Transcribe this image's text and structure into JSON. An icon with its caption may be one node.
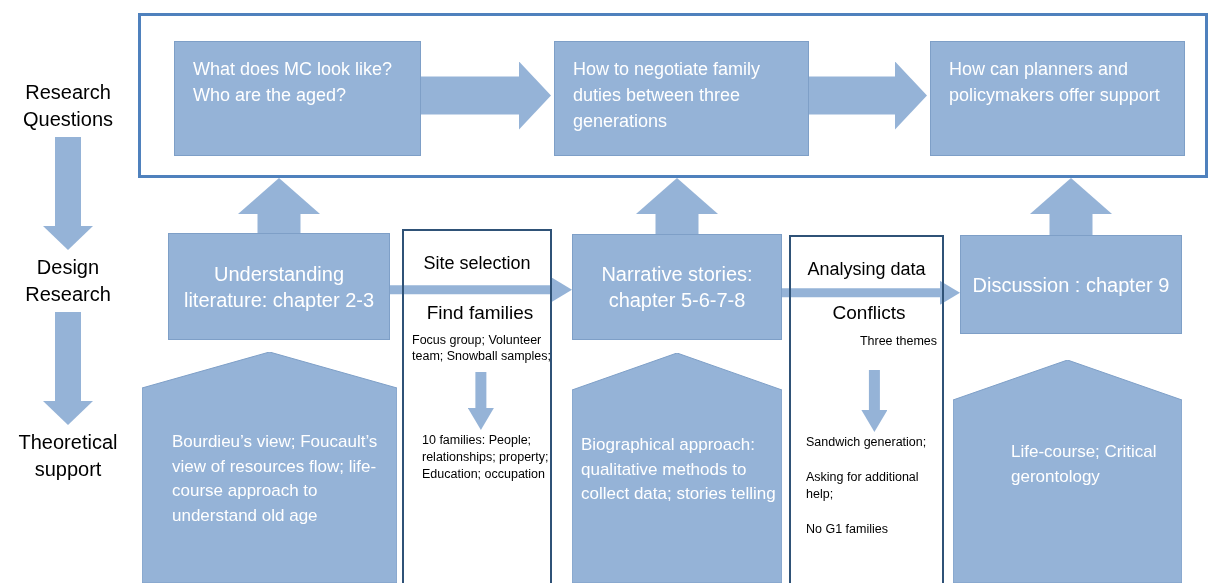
{
  "diagram": {
    "nodes": [
      {
        "text": [],
        "shape": "box"
      },
      {
        "text": [
          "What does MC look like? Who are the aged?"
        ],
        "in": 0
      },
      {
        "text": [
          "How to negotiate family duties between three generations"
        ],
        "in": 0
      },
      {
        "text": [
          "How can planners and policymakers offer support"
        ],
        "in": 0
      },
      {
        "text": [
          "Understanding literature: chapter 2-3"
        ]
      },
      {
        "text": [
          "Site selection"
        ]
      },
      {
        "text": [
          "Find families",
          "Focus group; Volunteer team; Snowball samples;"
        ],
        "in": 5
      },
      {
        "text": [
          "10 families: People; relationships; property; Education; occupation"
        ],
        "in": 5
      },
      {
        "text": [
          "Narrative stories: chapter 5-6-7-8"
        ]
      },
      {
        "text": [
          "Analysing data"
        ]
      },
      {
        "text": [
          "Conflicts",
          "Three themes"
        ],
        "in": 9
      },
      {
        "text": [
          "Sandwich generation;",
          "Asking for additional help;",
          "No G1 families"
        ],
        "in": 9
      },
      {
        "text": [
          "Discussion : chapter 9"
        ]
      },
      {
        "text": [
          "Bourdieu’s view; Foucault’s view of resources flow; life-course approach to understand old age"
        ]
      },
      {
        "text": [
          "Biographical approach: qualitative methods to collect data; stories telling"
        ]
      },
      {
        "text": [
          "Life-course; Critical gerontology"
        ]
      },
      {
        "text": [
          "Research Questions"
        ]
      },
      {
        "text": [
          "Design Research"
        ]
      },
      {
        "text": [
          "Theoretical support"
        ]
      }
    ],
    "edges": [
      {
        "from": 1,
        "to": 2,
        "arrow": "to"
      },
      {
        "from": 2,
        "to": 3,
        "arrow": "to"
      },
      {
        "from": 4,
        "to": 0,
        "arrow": "to"
      },
      {
        "from": 8,
        "to": 0,
        "arrow": "to"
      },
      {
        "from": 12,
        "to": 0,
        "arrow": "to"
      },
      {
        "from": 4,
        "to": 8,
        "arrow": "to"
      },
      {
        "from": 8,
        "to": 12,
        "arrow": "to"
      },
      {
        "from": 6,
        "to": 7,
        "arrow": "to"
      },
      {
        "from": 10,
        "to": 11,
        "arrow": "to"
      },
      {
        "from": 16,
        "to": 17,
        "arrow": "to"
      },
      {
        "from": 17,
        "to": 18,
        "arrow": "to"
      }
    ]
  }
}
